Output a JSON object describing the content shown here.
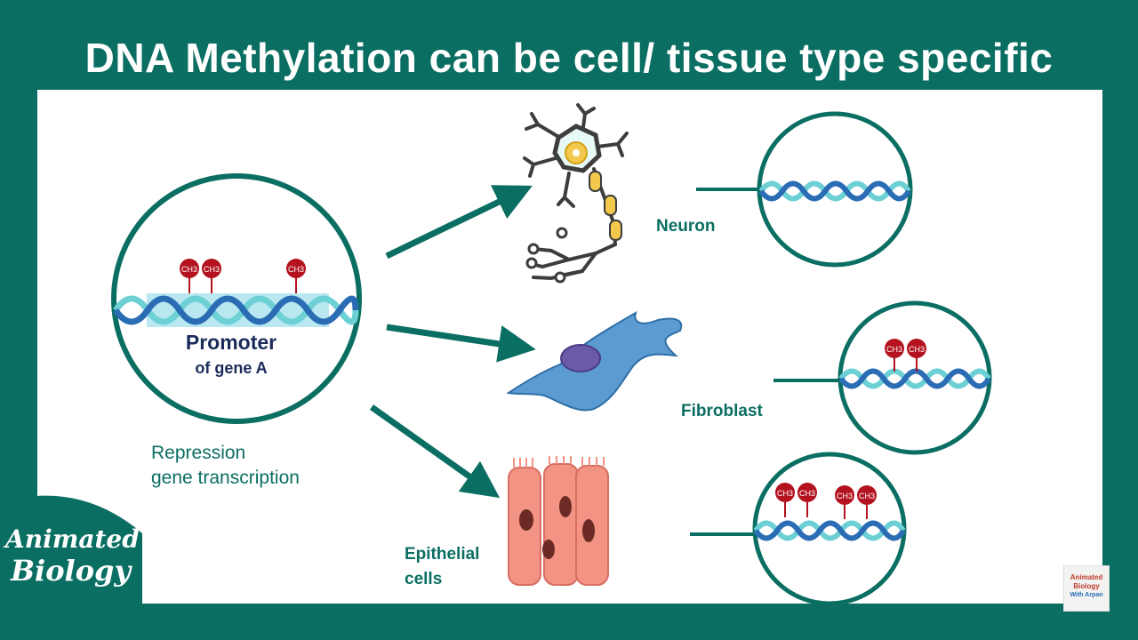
{
  "title": "DNA Methylation can be cell/ tissue type specific",
  "promoter": {
    "label": "Promoter",
    "sublabel": "of gene A"
  },
  "repression": {
    "line1": "Repression",
    "line2": "gene transcription"
  },
  "methyl_tag": "CH3",
  "cells": {
    "neuron": "Neuron",
    "fibroblast": "Fibroblast",
    "epithelial_line1": "Epithelial",
    "epithelial_line2": "cells"
  },
  "logo": {
    "line1": "Animated",
    "line2": "Biology"
  },
  "mini_logo": {
    "line1": "Animated",
    "line2": "Biology",
    "line3": "With Arpan"
  },
  "colors": {
    "teal": "#0b6e62",
    "dna_dark": "#2a6db5",
    "dna_light": "#6cd0d4",
    "methyl": "#b3121e"
  }
}
